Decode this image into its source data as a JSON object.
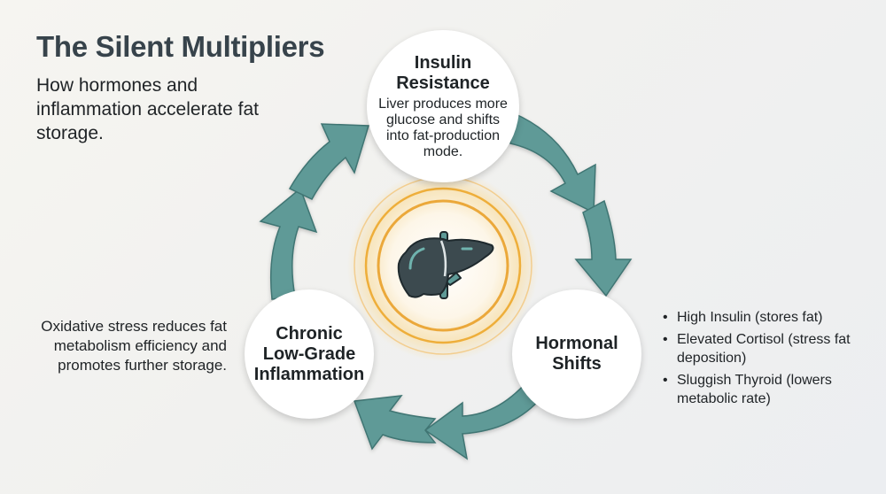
{
  "header": {
    "title": "The Silent Multipliers",
    "subtitle": "How hormones and inflammation accelerate fat storage."
  },
  "center": {
    "icon": "liver-icon",
    "glow_color": "#f0b94a"
  },
  "colors": {
    "arrow": "#5e9a97",
    "arrow_stroke": "#3f7573",
    "liver_fill": "#3c4a4f",
    "liver_accent": "#5e9a97"
  },
  "nodes": {
    "insulin": {
      "title_line1": "Insulin",
      "title_line2": "Resistance",
      "description": "Liver produces more glucose and shifts into fat-production mode."
    },
    "hormonal": {
      "title_line1": "Hormonal",
      "title_line2": "Shifts"
    },
    "inflammation": {
      "title_line1": "Chronic",
      "title_line2": "Low-Grade",
      "title_line3": "Inflammation"
    }
  },
  "side_notes": {
    "inflammation_note": "Oxidative stress reduces fat metabolism efficiency and promotes further storage.",
    "hormonal_bullets": [
      "High Insulin (stores fat)",
      "Elevated Cortisol (stress fat deposition)",
      "Sluggish Thyroid (lowers metabolic rate)"
    ],
    "bullet_glyph": "•"
  }
}
